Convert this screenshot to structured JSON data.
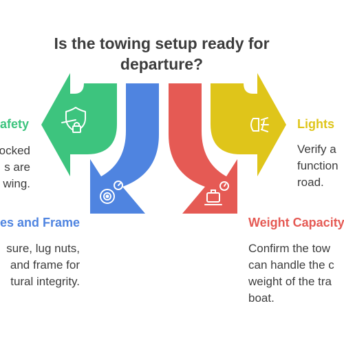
{
  "title": {
    "line1": "Is the towing setup ready for",
    "line2": "departure?"
  },
  "colors": {
    "safety": "#3dc47e",
    "tires": "#4f84e0",
    "weight": "#e55a54",
    "lights": "#dfc51a",
    "text": "#3c3c3c"
  },
  "items": [
    {
      "key": "safety",
      "label": "afety",
      "lines": [
        "ocked",
        "s are",
        "wing."
      ],
      "icon": "shield-lock-icon"
    },
    {
      "key": "tires",
      "label": "es and Frame",
      "lines": [
        "sure, lug nuts,",
        "and frame for",
        "tural integrity."
      ],
      "icon": "wheel-gauge-icon"
    },
    {
      "key": "weight",
      "label": "Weight Capacity",
      "lines": [
        "Confirm the tow",
        "can handle the c",
        "weight of the tra",
        "boat."
      ],
      "icon": "luggage-scale-icon"
    },
    {
      "key": "lights",
      "label": "Lights",
      "lines": [
        "Verify a",
        "function",
        "road."
      ],
      "icon": "headlight-icon"
    }
  ]
}
